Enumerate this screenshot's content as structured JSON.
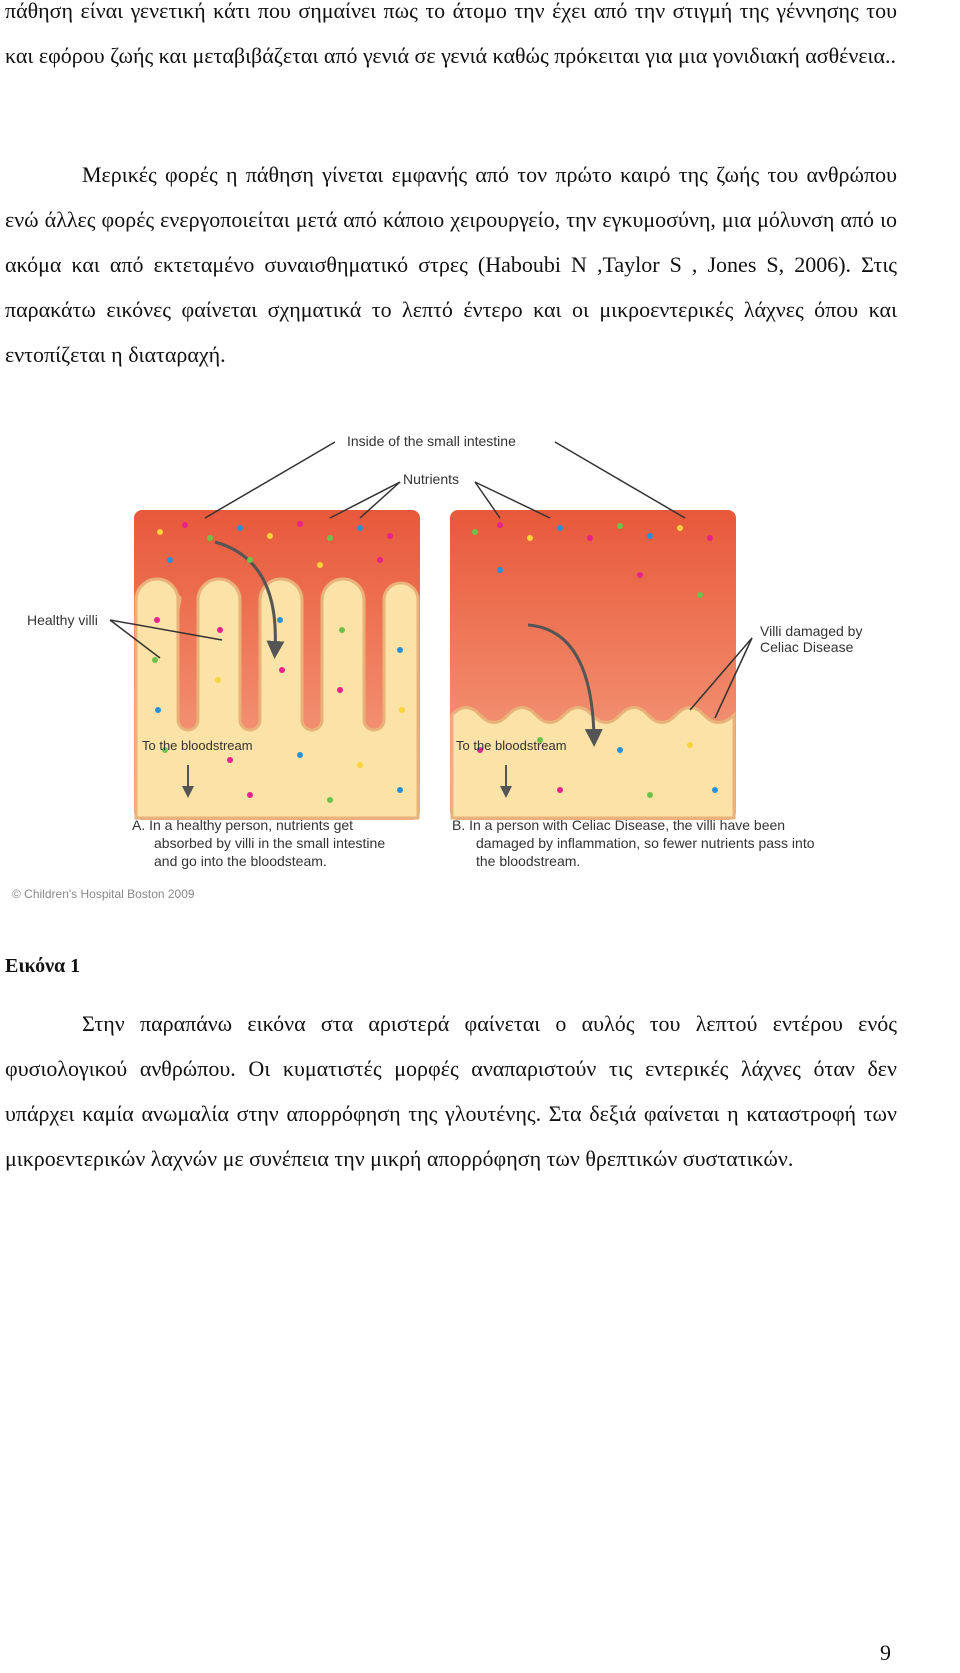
{
  "paragraphs": [
    "πάθηση είναι γενετική κάτι που σημαίνει πως το άτομο την έχει από την στιγμή της γέννησης του και εφόρου ζωής και μεταβιβάζεται από γενιά σε γενιά καθώς πρόκειται για μια γονιδιακή ασθένεια..",
    "Μερικές φορές η πάθηση γίνεται εμφανής από τον πρώτο καιρό της ζωής του ανθρώπου ενώ άλλες φορές ενεργοποιείται μετά από κάποιο χειρουργείο, την εγκυμοσύνη, μια μόλυνση από ιο ακόμα και από εκτεταμένο συναισθηματικό στρες (Haboubi N ,Taylor S , Jones S, 2006). Στις παρακάτω εικόνες φαίνεται σχηματικά το λεπτό έντερο και οι μικροεντερικές λάχνες όπου και εντοπίζεται η διαταραχή.",
    "Στην παραπάνω εικόνα στα αριστερά φαίνεται ο αυλός του λεπτού εντέρου ενός φυσιολογικού ανθρώπου. Οι κυματιστές μορφές αναπαριστούν τις εντερικές λάχνες όταν δεν υπάρχει καμία ανωμαλία στην απορρόφηση της γλουτένης. Στα δεξιά φαίνεται η καταστροφή των μικροεντερικών λαχνών με συνέπεια την μικρή απορρόφηση των θρεπτικών συστατικών."
  ],
  "figure": {
    "label_inside": "Inside of the small intestine",
    "label_nutrients": "Nutrients",
    "label_healthy": "Healthy villi",
    "label_damaged_1": "Villi damaged by",
    "label_damaged_2": "Celiac Disease",
    "label_blood": "To the bloodstream",
    "caption_a": [
      "A.  In a healthy person, nutrients get",
      "absorbed by villi in the small intestine",
      "and go into the bloodsteam."
    ],
    "caption_b": [
      "B.  In a person with Celiac Disease, the villi have been",
      "damaged by inflammation, so fewer nutrients pass into",
      "the bloodstream."
    ],
    "copyright": "© Children's Hospital Boston 2009",
    "colors": {
      "lumen_top": "#e8583a",
      "lumen_bottom": "#f6a685",
      "tissue": "#fbe2a6",
      "outline": "#e9b27a"
    }
  },
  "caption": "Εικόνα 1",
  "page_number": "9"
}
